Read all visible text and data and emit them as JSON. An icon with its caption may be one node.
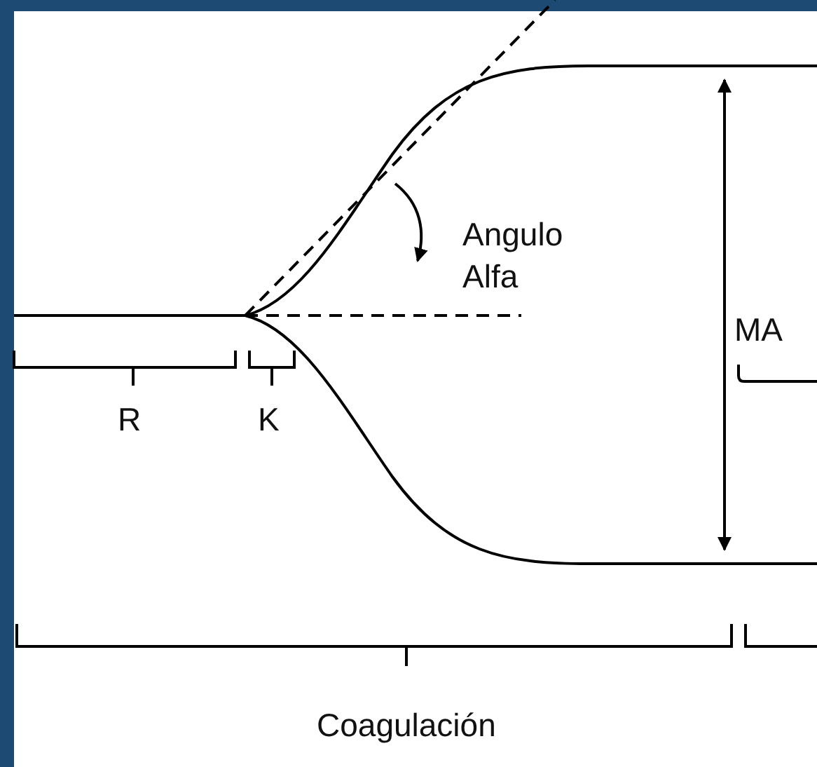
{
  "diagram": {
    "labels": [
      "Angulo Alfa",
      "MA",
      "R",
      "K",
      "Coagulación"
    ]
  }
}
